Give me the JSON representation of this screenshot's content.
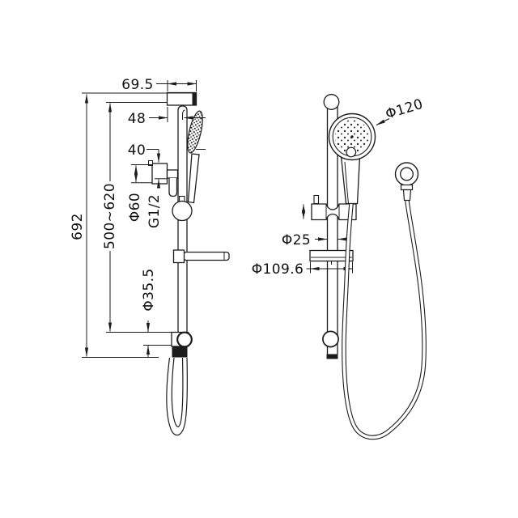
{
  "colors": {
    "background": "#ffffff",
    "line": "#1c1c1c"
  },
  "side_view": {
    "labels": {
      "wall_bracket_width": "69.5",
      "hook_offset": "48",
      "outlet_offset": "40",
      "outlet_escutcheon_diameter": "Φ60",
      "inlet_thread": "G1/2",
      "overall_height": "692",
      "adjustable_height_range": "500~620",
      "bottom_escutcheon_diameter": "Φ35.5"
    }
  },
  "front_view": {
    "labels": {
      "handshower_head_diameter": "Φ120",
      "rail_diameter": "Φ25",
      "soap_dish_diameter": "Φ109.6"
    }
  }
}
